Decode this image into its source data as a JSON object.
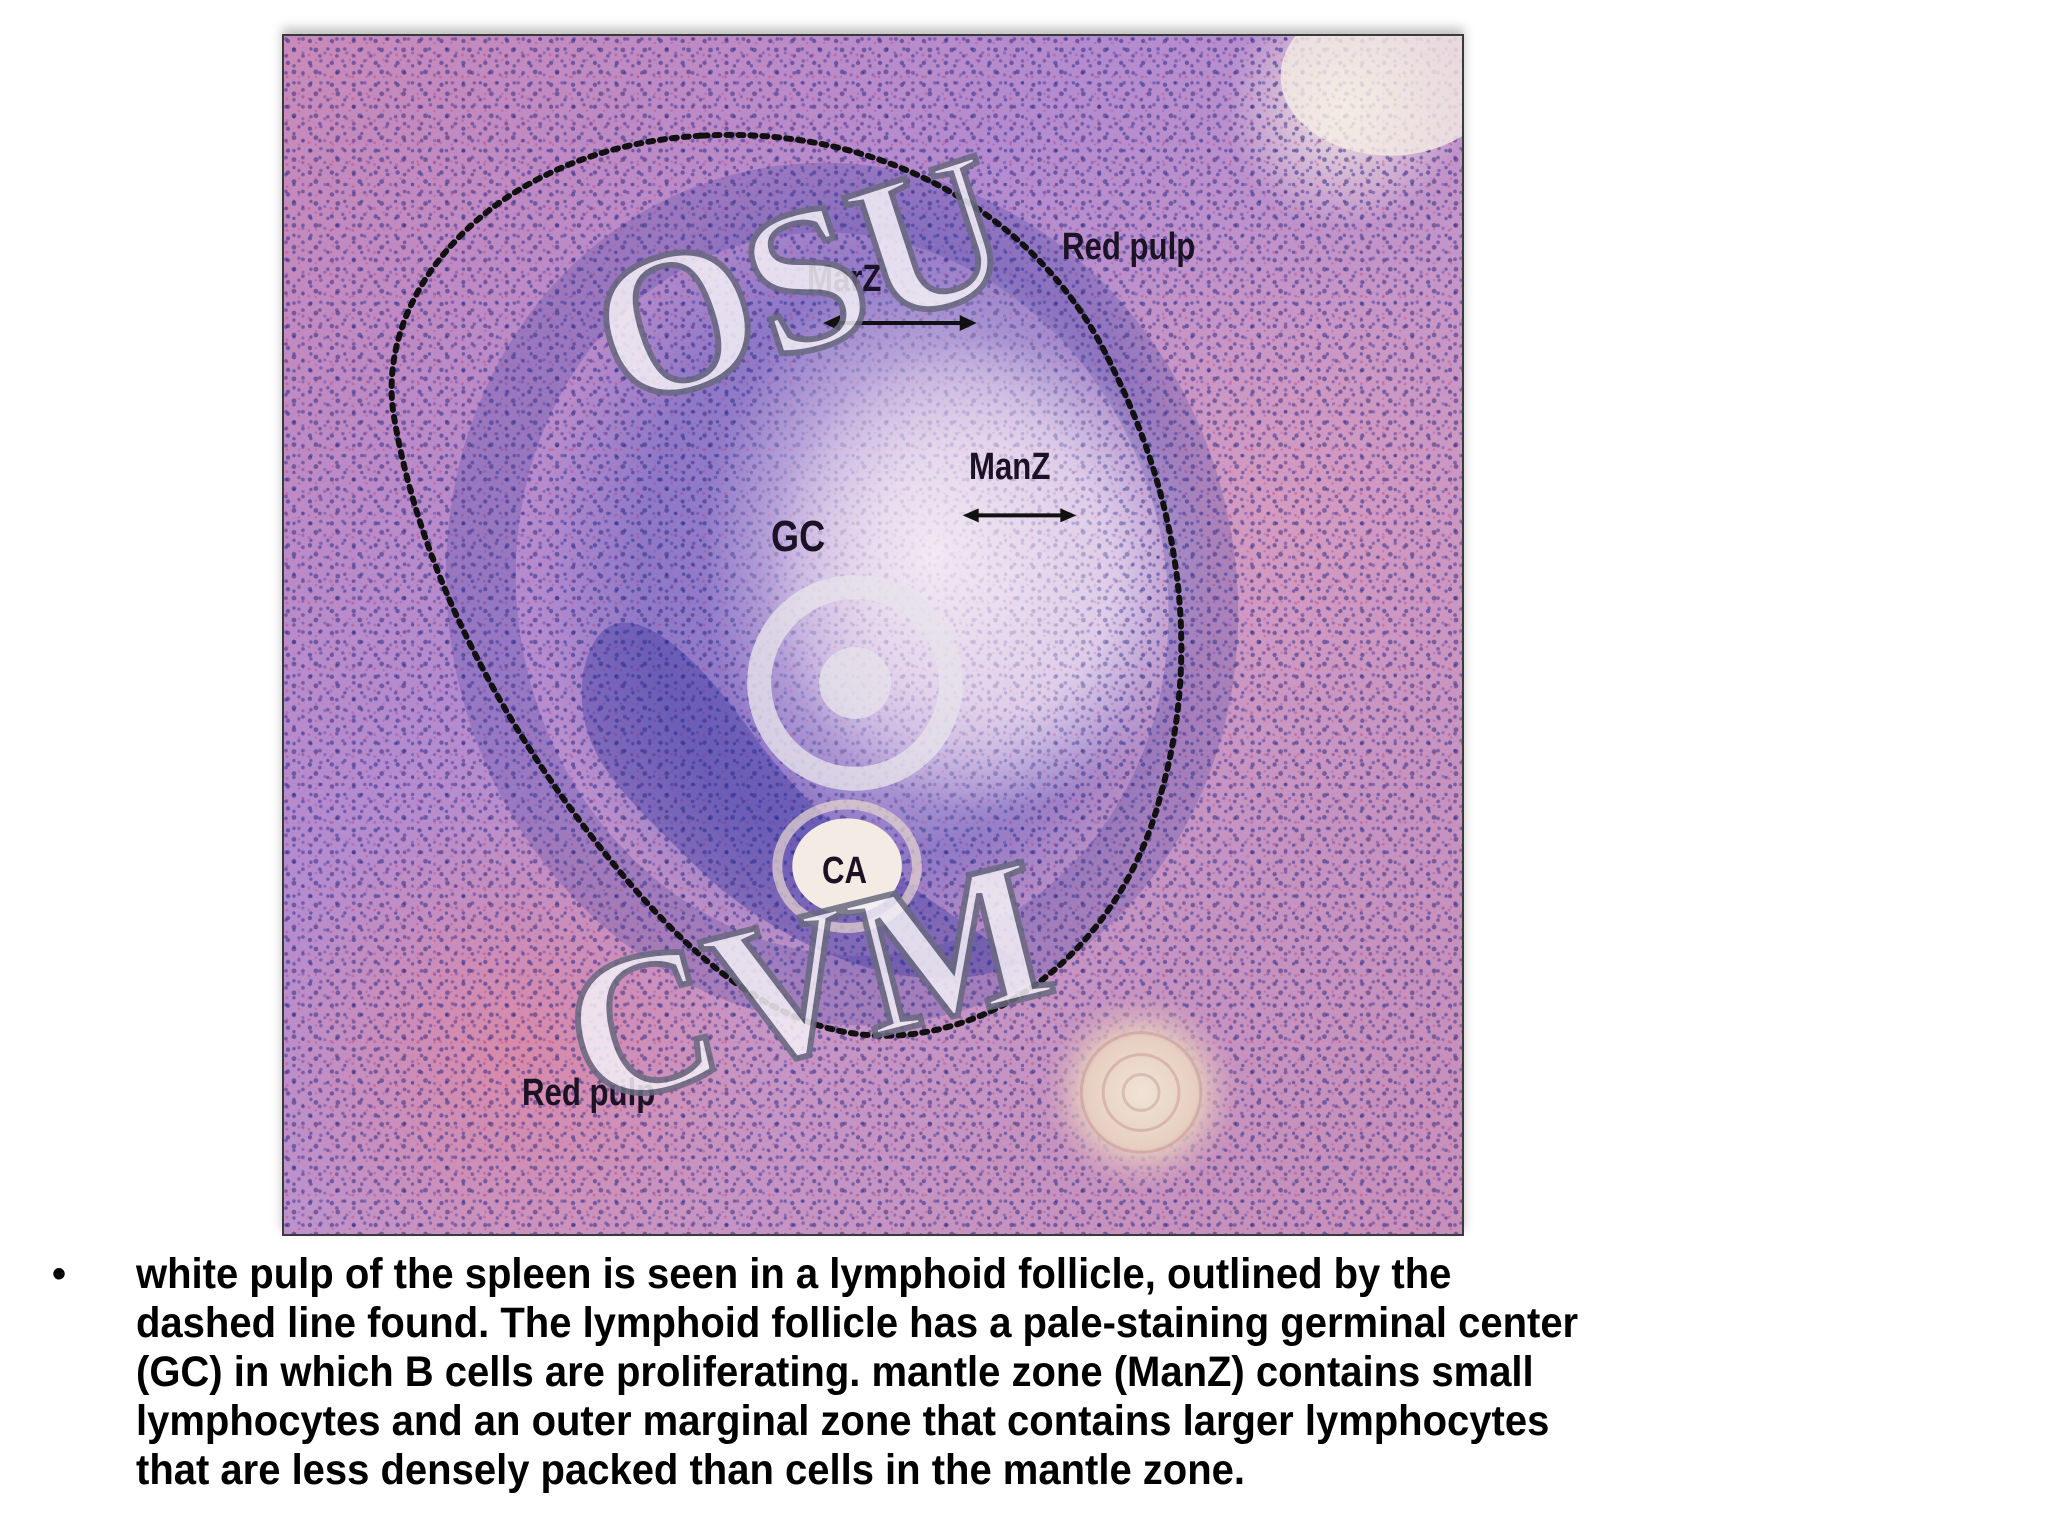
{
  "micrograph": {
    "labels": {
      "red_pulp_top": "Red pulp",
      "marz": "MarZ",
      "manz": "ManZ",
      "gc": "GC",
      "ca": "CA",
      "red_pulp_bottom": "Red pulp"
    },
    "watermark": {
      "top": "OSU",
      "bottom": "CVM"
    }
  },
  "caption": {
    "bullet": "•",
    "lines": [
      "white pulp of the spleen is seen in  a lymphoid follicle, outlined by the",
      "dashed line found.  The lymphoid follicle has a pale-staining germinal center",
      "(GC) in which B cells are proliferating.  mantle zone (ManZ) contains small",
      "lymphocytes and an outer marginal zone that contains larger lymphocytes",
      "that are less densely packed than cells in the mantle zone."
    ]
  }
}
